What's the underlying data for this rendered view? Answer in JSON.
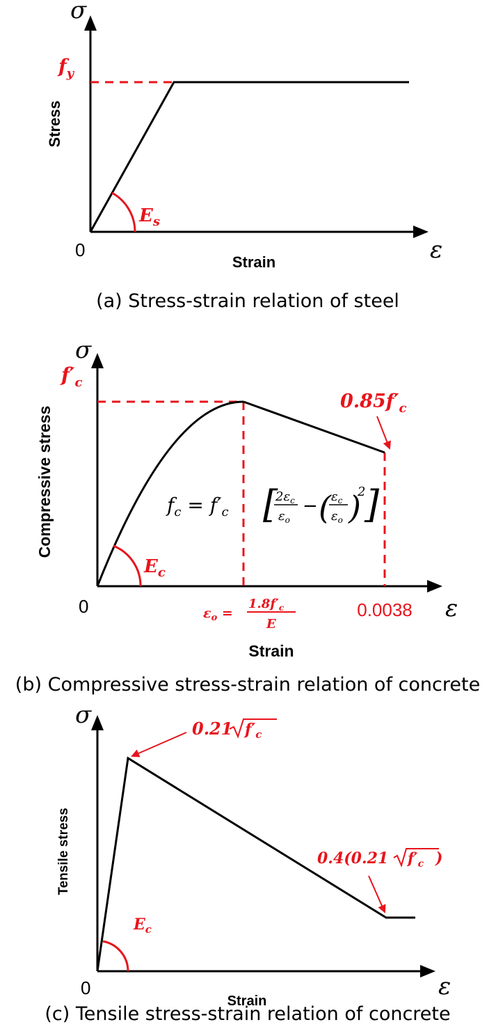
{
  "panel_a": {
    "sigma": "σ",
    "epsilon": "ε",
    "zero": "0",
    "ylabel": "Stress",
    "xlabel": "Strain",
    "fy": "f",
    "fy_sub": "y",
    "modulus": "E",
    "modulus_sub": "s",
    "caption": "(a) Stress-strain relation of steel"
  },
  "panel_b": {
    "sigma": "σ",
    "epsilon": "ε",
    "zero": "0",
    "ylabel": "Compressive stress",
    "xlabel": "Strain",
    "fc": "f′",
    "fc_sub": "c",
    "peak_residual": "0.85f′",
    "peak_residual_sub": "c",
    "modulus": "E",
    "modulus_sub": "c",
    "eps_o": "ε",
    "eps_o_sub": "o",
    "eps_o_eq": " = ",
    "eps_o_num": "1.8f′",
    "eps_o_num_sub": "c",
    "eps_o_den": "E",
    "ultimate_strain": "0.0038",
    "equation": {
      "lhs": "f",
      "lhs_sub": "c",
      "eq": " = ",
      "coef": "f′",
      "coef_sub": "c",
      "frac1_num": "2ε",
      "frac1_num_sub": "c",
      "frac1_den": "ε",
      "frac1_den_sub": "o",
      "minus": "−",
      "frac2_num": "ε",
      "frac2_num_sub": "c",
      "frac2_den": "ε",
      "frac2_den_sub": "o",
      "power": "2"
    },
    "caption": "(b) Compressive stress-strain relation of concrete"
  },
  "panel_c": {
    "sigma": "σ",
    "epsilon": "ε",
    "zero": "0",
    "ylabel": "Tensile stress",
    "xlabel": "Strain",
    "peak_coef": "0.21",
    "peak_root": "f′",
    "peak_root_sub": "c",
    "residual_prefix": "0.4(0.21",
    "residual_root": "f′",
    "residual_root_sub": "c",
    "residual_suffix": ")",
    "modulus": "E",
    "modulus_sub": "c",
    "caption": "(c) Tensile stress-strain relation of concrete"
  }
}
